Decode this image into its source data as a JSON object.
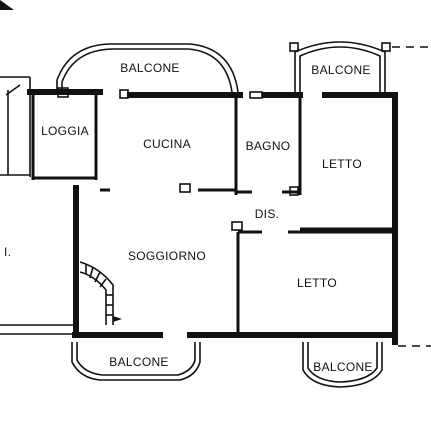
{
  "floor_plan": {
    "rooms": [
      {
        "id": "balcone-top-left",
        "label": "BALCONE"
      },
      {
        "id": "balcone-top-right",
        "label": "BALCONE"
      },
      {
        "id": "loggia",
        "label": "LOGGIA"
      },
      {
        "id": "cucina",
        "label": "CUCINA"
      },
      {
        "id": "bagno",
        "label": "BAGNO"
      },
      {
        "id": "letto-top",
        "label": "LETTO"
      },
      {
        "id": "dis",
        "label": "DIS."
      },
      {
        "id": "soggiorno",
        "label": "SOGGIORNO"
      },
      {
        "id": "letto-bottom",
        "label": "LETTO"
      },
      {
        "id": "balcone-bottom-left",
        "label": "BALCONE"
      },
      {
        "id": "balcone-bottom-right",
        "label": "BALCONE"
      }
    ],
    "side_mark": "I."
  }
}
